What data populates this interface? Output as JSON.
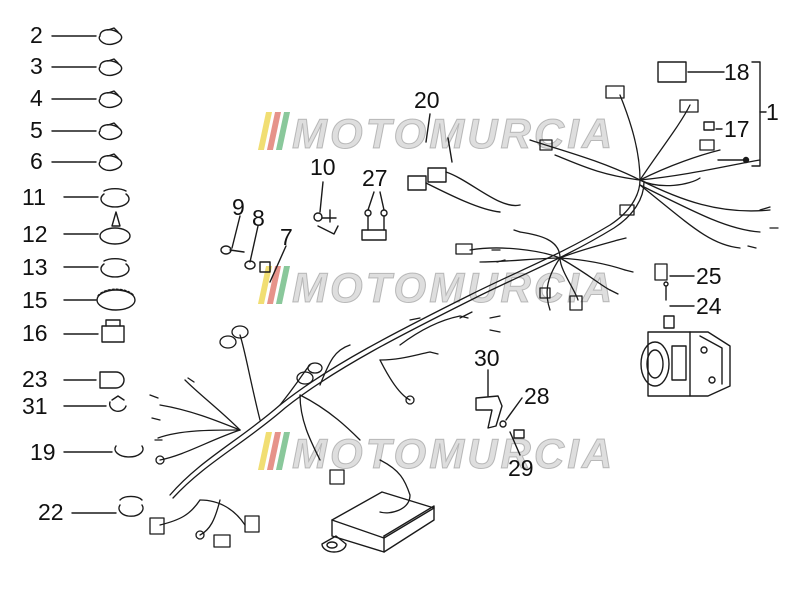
{
  "watermark": {
    "text": "MOTOMURCIA",
    "colors": [
      "#e6c200",
      "#d23a2a",
      "#2a9a48"
    ]
  },
  "callouts": {
    "n1": "1",
    "n2": "2",
    "n3": "3",
    "n4": "4",
    "n5": "5",
    "n6": "6",
    "n7": "7",
    "n8": "8",
    "n9": "9",
    "n10": "10",
    "n11": "11",
    "n12": "12",
    "n13": "13",
    "n15": "15",
    "n16": "16",
    "n17": "17",
    "n18": "18",
    "n19": "19",
    "n20": "20",
    "n22": "22",
    "n23": "23",
    "n24": "24",
    "n25": "25",
    "n27": "27",
    "n28": "28",
    "n29": "29",
    "n30": "30",
    "n31": "31"
  },
  "line_color": "#1a1a1a"
}
